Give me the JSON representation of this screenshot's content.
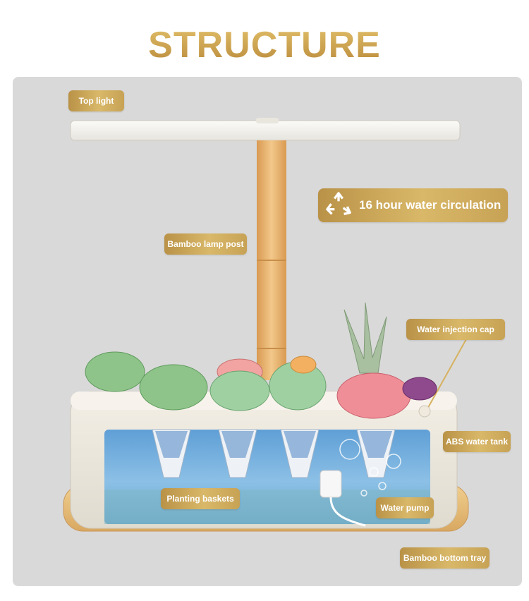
{
  "title": "STRUCTURE",
  "labels": {
    "top_light": "Top light",
    "water_circulation": "16 hour water circulation",
    "bamboo_lamp_post": "Bamboo lamp post",
    "water_injection_cap": "Water injection cap",
    "abs_water_tank": "ABS water tank",
    "planting_baskets": "Planting baskets",
    "water_pump": "Water pump",
    "bamboo_bottom_tray": "Bamboo bottom tray"
  },
  "icons": {
    "circulation": "recycle-icon"
  },
  "colors": {
    "gold": "#c9a24a",
    "panel": "#d9d9d9",
    "bamboo": "#e8b36a",
    "water": "#7fb3d9"
  }
}
